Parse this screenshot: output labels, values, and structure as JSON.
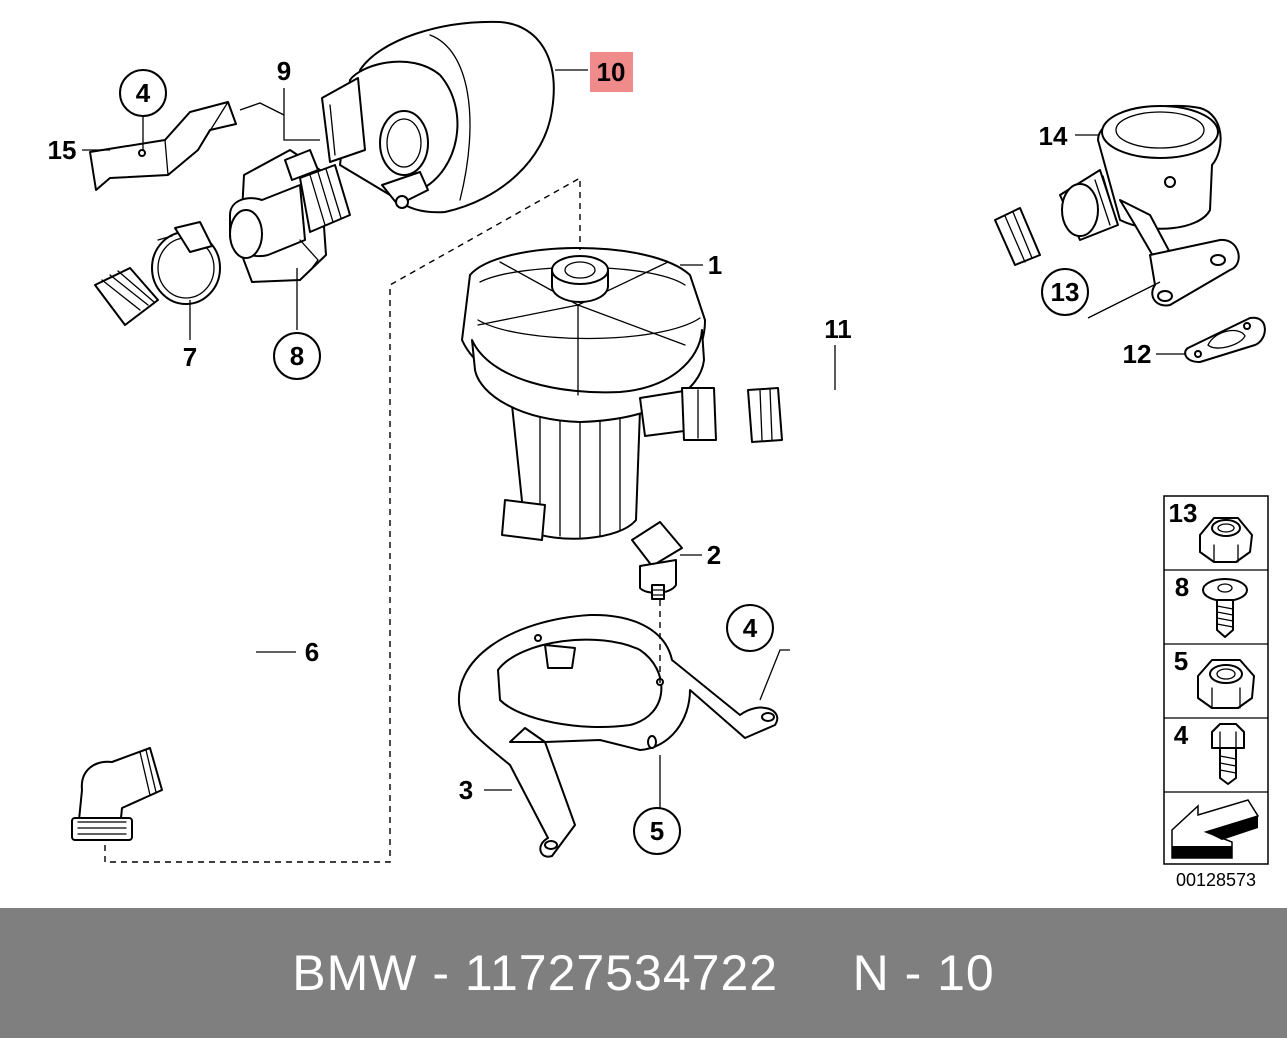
{
  "diagram": {
    "callouts": {
      "c1": "1",
      "c2": "2",
      "c3": "3",
      "c4a": "4",
      "c4b": "4",
      "c5": "5",
      "c6": "6",
      "c7": "7",
      "c8": "8",
      "c9": "9",
      "c10": "10",
      "c11": "11",
      "c12": "12",
      "c13": "13",
      "c14": "14",
      "c15": "15"
    },
    "highlight_color": "#f08b8b",
    "legend": {
      "items": [
        {
          "label": "13",
          "icon": "nut-icon"
        },
        {
          "label": "8",
          "icon": "screw-icon"
        },
        {
          "label": "5",
          "icon": "nut-icon"
        },
        {
          "label": "4",
          "icon": "bolt-icon"
        }
      ],
      "arrow_icon": "direction-arrow-icon",
      "diagram_number": "00128573"
    }
  },
  "footer": {
    "brand": "BMW",
    "separator": " - ",
    "part_number": "11727534722",
    "gap": "     ",
    "position_label": "N - 10"
  }
}
